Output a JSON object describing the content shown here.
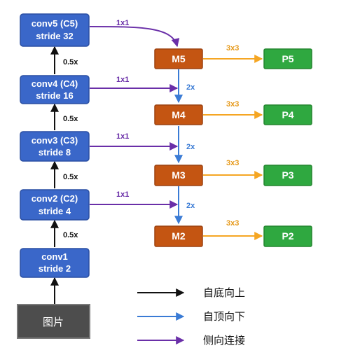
{
  "colors": {
    "backbone": "#3a67c9",
    "backbone_border": "#2a4fa3",
    "merge": "#c45512",
    "merge_border": "#9c4210",
    "pyramid": "#2fa840",
    "pyramid_border": "#23862f",
    "image": "#4d4d4d",
    "image_border": "#7a7a7a",
    "arrow_bottom_up": "#111111",
    "arrow_top_down": "#3a7bd5",
    "arrow_lateral": "#6a2fa8",
    "arrow_3x3": "#f5a623",
    "label_lateral": "#6a2fa8",
    "label_top_down": "#3a7bd5",
    "label_3x3": "#e69a1c",
    "label_scale": "#111111"
  },
  "backbone": {
    "c5": {
      "line1": "conv5 (C5)",
      "line2": "stride 32"
    },
    "c4": {
      "line1": "conv4 (C4)",
      "line2": "stride 16"
    },
    "c3": {
      "line1": "conv3 (C3)",
      "line2": "stride 8"
    },
    "c2": {
      "line1": "conv2 (C2)",
      "line2": "stride 4"
    },
    "c1": {
      "line1": "conv1",
      "line2": "stride 2"
    }
  },
  "image_box": {
    "label": "图片"
  },
  "downsample_label": "0.5x",
  "lateral_label": "1x1",
  "upsample_label": "2x",
  "smooth_label": "3x3",
  "merge_nodes": [
    "M5",
    "M4",
    "M3",
    "M2"
  ],
  "pyramid_nodes": [
    "P5",
    "P4",
    "P3",
    "P2"
  ],
  "legend": [
    {
      "label": "自底向上",
      "color_key": "arrow_bottom_up"
    },
    {
      "label": "自顶向下",
      "color_key": "arrow_top_down"
    },
    {
      "label": "侧向连接",
      "color_key": "arrow_lateral"
    }
  ]
}
